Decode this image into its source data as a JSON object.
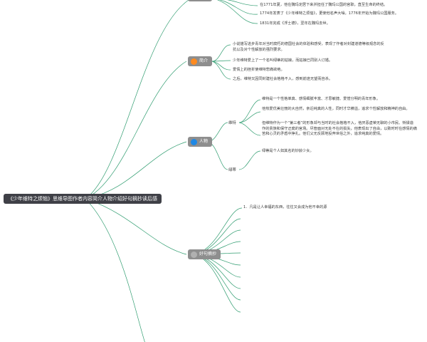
{
  "colors": {
    "line": "#2e9c6f",
    "root_bg": "#3f4047",
    "node_bg": "#8e8e8e",
    "orange": "#ff8a1f",
    "blue": "#1e88e5",
    "gray_dot": "#b0b0b0"
  },
  "root": {
    "label": "《少年维特之烦恼》思维导图作者内容简介人物介绍好句摘抄读后感"
  },
  "nodes": {
    "intro": {
      "label": "简介",
      "icon": "orange-dot-icon"
    },
    "chars": {
      "label": "人物",
      "icon": "blue-dot-icon"
    },
    "quotes": {
      "label": "好句摘抄",
      "icon": "gray-dot-icon"
    }
  },
  "top_leaves": [
    "在1771年夏，他在魏玛定居下来并担任了魏玛公国的官职，直至生命的终结。",
    "1774年发表了《少年维特之烦恼》，更使他名声大噪。1776年开始为魏玛公国服务。",
    "1831年完成《浮士德》，翌年在魏玛去世。"
  ],
  "intro_leaves": [
    "小说描写进步青年对当时腐朽的德国社会的体验和感受，表现了作者对封建道德等级观念的反抗以及对个性解放的强烈要求。",
    "少年维特爱上了一个名叫绿蒂的姑娘，而姑娘已同别人订婚。",
    "爱情上的挫折使维特悲痛欲绝。",
    "之后，维特又因同封建社会格格不入，感到前途无望而自杀。"
  ],
  "char_subs": {
    "werther": "维特",
    "lotte": "绿蒂"
  },
  "werther_leaves": [
    "维特是一个性格单真、感情细腻丰富、才思敏捷、爱憎分明的青年形象。",
    "他热爱优美壮丽的大自然，亲近纯真的人性，同时才华横溢，追求个性解放和精神的自由。",
    "但维特作为一个“第三者”的形象却与当时的社会格格不入，他厌恶虚荣无聊的小市民、矫揉造作的贵族和保守迂腐的官场。尽管面对无处不在的损失，他表现出了自由，以致时时在感情的痛苦和心灵的矛盾中挣扎。他们父无反顾地投奔世俗之外，追求纯真的爱情。"
  ],
  "lotte_leaves": [
    "绿蒂是个人如其名的妙龄少女。"
  ],
  "quote_leaves": [
    "1．凡是让人幸福的东西，往往又会成为他不幸的源"
  ]
}
